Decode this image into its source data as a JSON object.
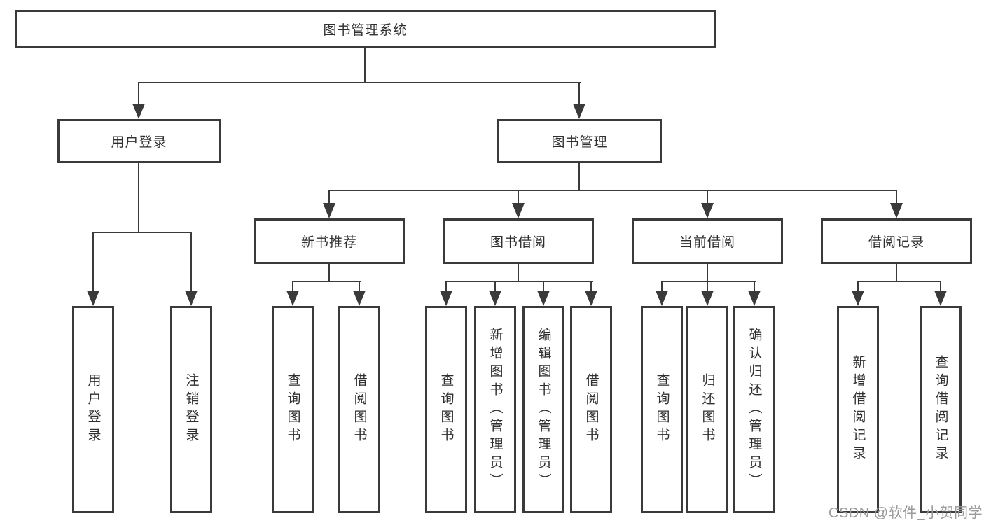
{
  "diagram": {
    "root": {
      "label": "图书管理系统"
    },
    "level2": [
      {
        "label": "用户登录"
      },
      {
        "label": "图书管理"
      }
    ],
    "level3": [
      {
        "label": "新书推荐"
      },
      {
        "label": "图书借阅"
      },
      {
        "label": "当前借阅"
      },
      {
        "label": "借阅记录"
      }
    ],
    "leaves": {
      "user_login": [
        {
          "label": "用户登录"
        },
        {
          "label": "注销登录"
        }
      ],
      "new_books": [
        {
          "label": "查询图书"
        },
        {
          "label": "借阅图书"
        }
      ],
      "book_borrow": [
        {
          "label": "查询图书"
        },
        {
          "label": "新增图书（管理员）"
        },
        {
          "label": "编辑图书（管理员）"
        },
        {
          "label": "借阅图书"
        }
      ],
      "current_borrow": [
        {
          "label": "查询图书"
        },
        {
          "label": "归还图书"
        },
        {
          "label": "确认归还（管理员）"
        }
      ],
      "borrow_records": [
        {
          "label": "新增借阅记录"
        },
        {
          "label": "查询借阅记录"
        }
      ]
    },
    "watermark": "CSDN @软件_小贺同学",
    "colors": {
      "line": "#3a3a3a",
      "box_border": "#3a3a3a",
      "text": "#2f2f2f",
      "watermark": "#9a9a9a",
      "background": "#ffffff"
    }
  }
}
